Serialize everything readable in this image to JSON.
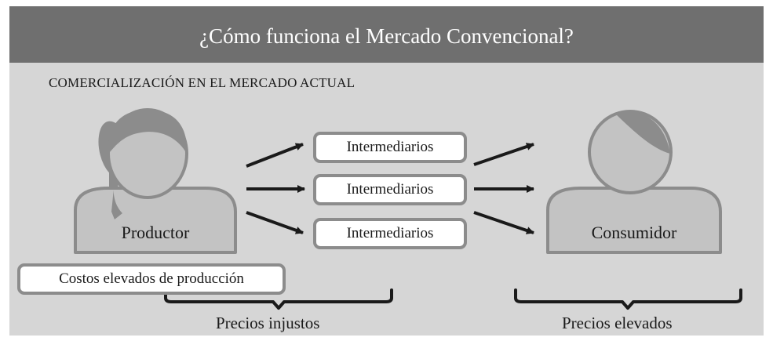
{
  "header": {
    "title": "¿Cómo funciona el Mercado Convencional?"
  },
  "section": {
    "subtitle": "COMERCIALIZACIÓN EN EL MERCADO ACTUAL"
  },
  "producer": {
    "label": "Productor",
    "note": "Costos elevados de producción"
  },
  "intermediaries": [
    {
      "label": "Intermediarios"
    },
    {
      "label": "Intermediarios"
    },
    {
      "label": "Intermediarios"
    }
  ],
  "consumer": {
    "label": "Consumidor"
  },
  "braces": {
    "left_label": "Precios injustos",
    "right_label": "Precios elevados"
  },
  "colors": {
    "header_bg": "#6f6f6f",
    "panel_bg": "#d6d6d6",
    "figure_fill": "#c3c3c3",
    "figure_stroke": "#8c8c8c",
    "hair_fill": "#8c8c8c",
    "arrow": "#1a1a1a"
  }
}
